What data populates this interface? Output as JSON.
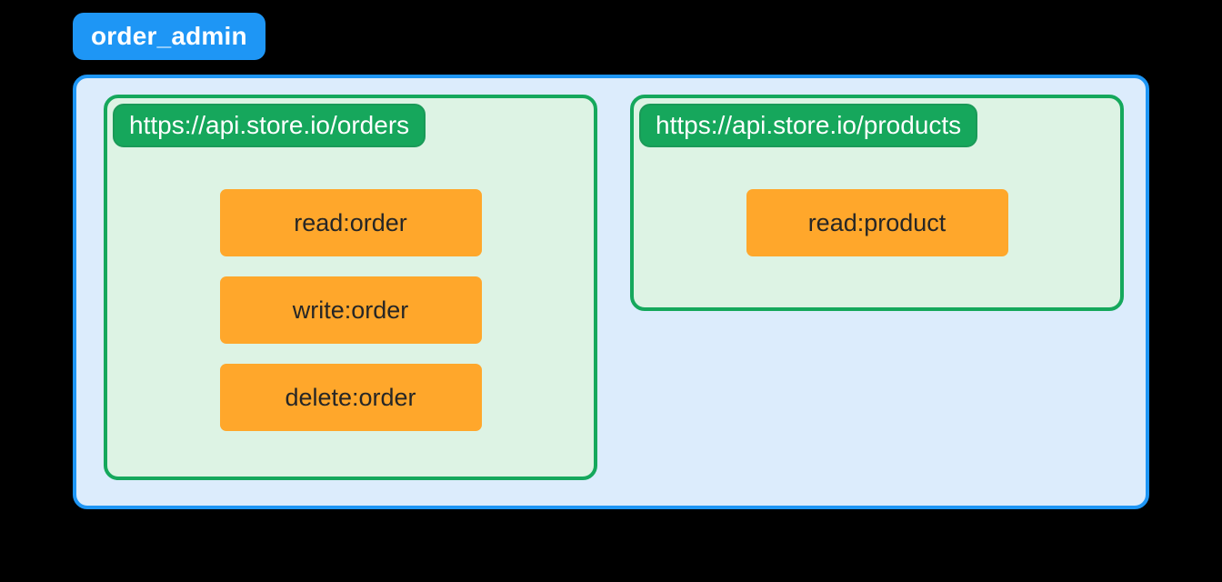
{
  "diagram": {
    "background_color": "#000000",
    "role": {
      "label": "order_admin",
      "badge_color": "#1e96f5",
      "container_fill": "#dcecfc",
      "container_border": "#1e96f5"
    },
    "audiences": [
      {
        "label": "https://api.store.io/orders",
        "badge_color": "#16a75c",
        "fill": "#ddf3e4",
        "border": "#15a85c",
        "scopes": [
          {
            "label": "read:order",
            "color": "#ffa72b"
          },
          {
            "label": "write:order",
            "color": "#ffa72b"
          },
          {
            "label": "delete:order",
            "color": "#ffa72b"
          }
        ]
      },
      {
        "label": "https://api.store.io/products",
        "badge_color": "#16a75c",
        "fill": "#ddf3e4",
        "border": "#15a85c",
        "scopes": [
          {
            "label": "read:product",
            "color": "#ffa72b"
          }
        ]
      }
    ]
  }
}
